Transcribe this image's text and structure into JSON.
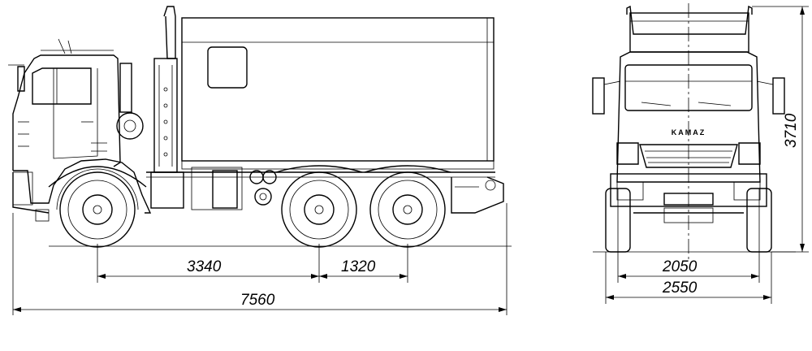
{
  "drawing": {
    "dimensions": {
      "wheelbase_front": "3340",
      "wheelbase_rear": "1320",
      "overall_length": "7560",
      "track_width": "2050",
      "overall_width": "2550",
      "overall_height": "3710"
    },
    "emblem_text": "KAMAZ"
  }
}
